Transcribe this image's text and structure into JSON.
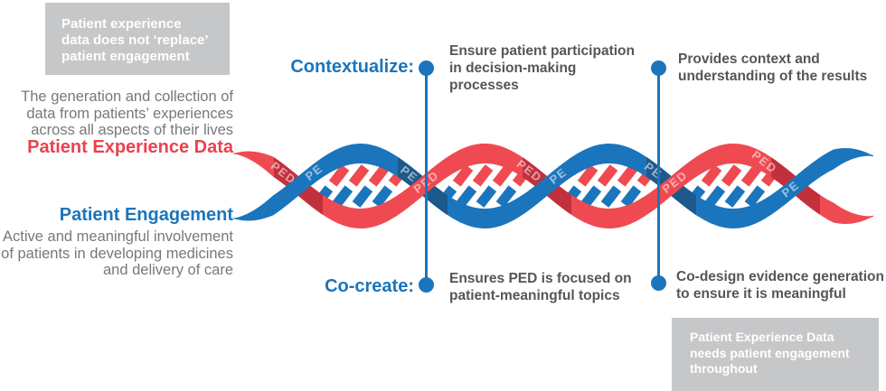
{
  "callout_top_left": {
    "lines": [
      "Patient experience",
      "data does not ‘replace’",
      "patient engagement"
    ]
  },
  "callout_bottom_right": {
    "lines": [
      "Patient Experience Data",
      "needs patient engagement",
      "throughout"
    ]
  },
  "patient_experience_data": {
    "label": "Patient Experience Data",
    "description": [
      "The generation and collection of",
      "data from patients’ experiences",
      "across all aspects of their lives"
    ]
  },
  "patient_engagement": {
    "label": "Patient Engagement",
    "description": [
      "Active and meaningful involvement",
      "of patients in developing medicines",
      "and delivery of care"
    ]
  },
  "contextualize": {
    "label": "Contextualize:",
    "left_lines": [
      "Ensure patient participation",
      "in decision-making",
      "processes"
    ],
    "right_lines": [
      "Provides context and",
      "understanding of the results"
    ]
  },
  "co_create": {
    "label": "Co-create:",
    "left_lines": [
      "Ensures PED is focused on",
      "patient-meaningful topics"
    ],
    "right_lines": [
      "Co-design evidence generation",
      "to ensure it is meaningful"
    ]
  },
  "helix": {
    "red_strand_label": "PED",
    "blue_strand_label": "PE"
  },
  "colors": {
    "red": "#E9424E",
    "helix_red": "#EF4A52",
    "helix_red_dark": "#C2303C",
    "blue": "#1B75BC",
    "helix_blue": "#1B75BC",
    "helix_blue_dark": "#1E598C",
    "connector_blue": "#1B75BC",
    "callout_bg": "#C6C7C9",
    "body_text": "#77787B",
    "emphasis_text": "#55565A"
  }
}
